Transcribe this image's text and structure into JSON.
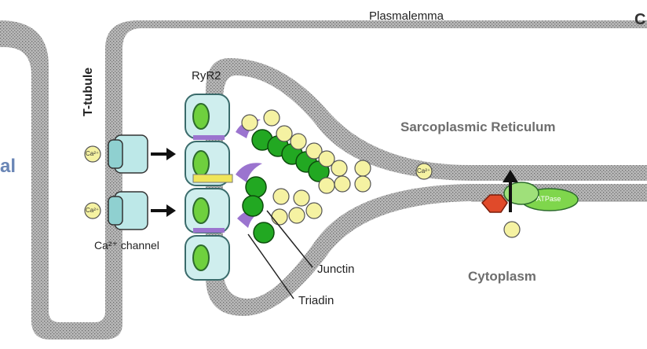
{
  "labels": {
    "plasmalemma": "Plasmalemma",
    "t_tubule": "T-tubule",
    "ryr2": "RyR2",
    "sarcoplasmic_reticulum": "Sarcoplasmic Reticulum",
    "ca_channel": "Ca²⁺ channel",
    "junctin": "Junctin",
    "triadin": "Triadin",
    "cytoplasm": "Cytoplasm",
    "atpase": "ATPase",
    "ca_ion": "Ca²⁺",
    "left_cut_text": "al",
    "corner_cut_text": "C"
  },
  "colors": {
    "membrane": "#a9a9a9",
    "membrane_dark": "#7d7d7d",
    "ryr2": "#cfeeee",
    "ryr2_core": "#6fd03e",
    "calcium_ion": "#f5f2a2",
    "calsequestrin": "#22a822",
    "junctin_triadin": "#9b74cf",
    "phospholamban": "#e04a2a",
    "accent_text": "#6a86b6"
  }
}
